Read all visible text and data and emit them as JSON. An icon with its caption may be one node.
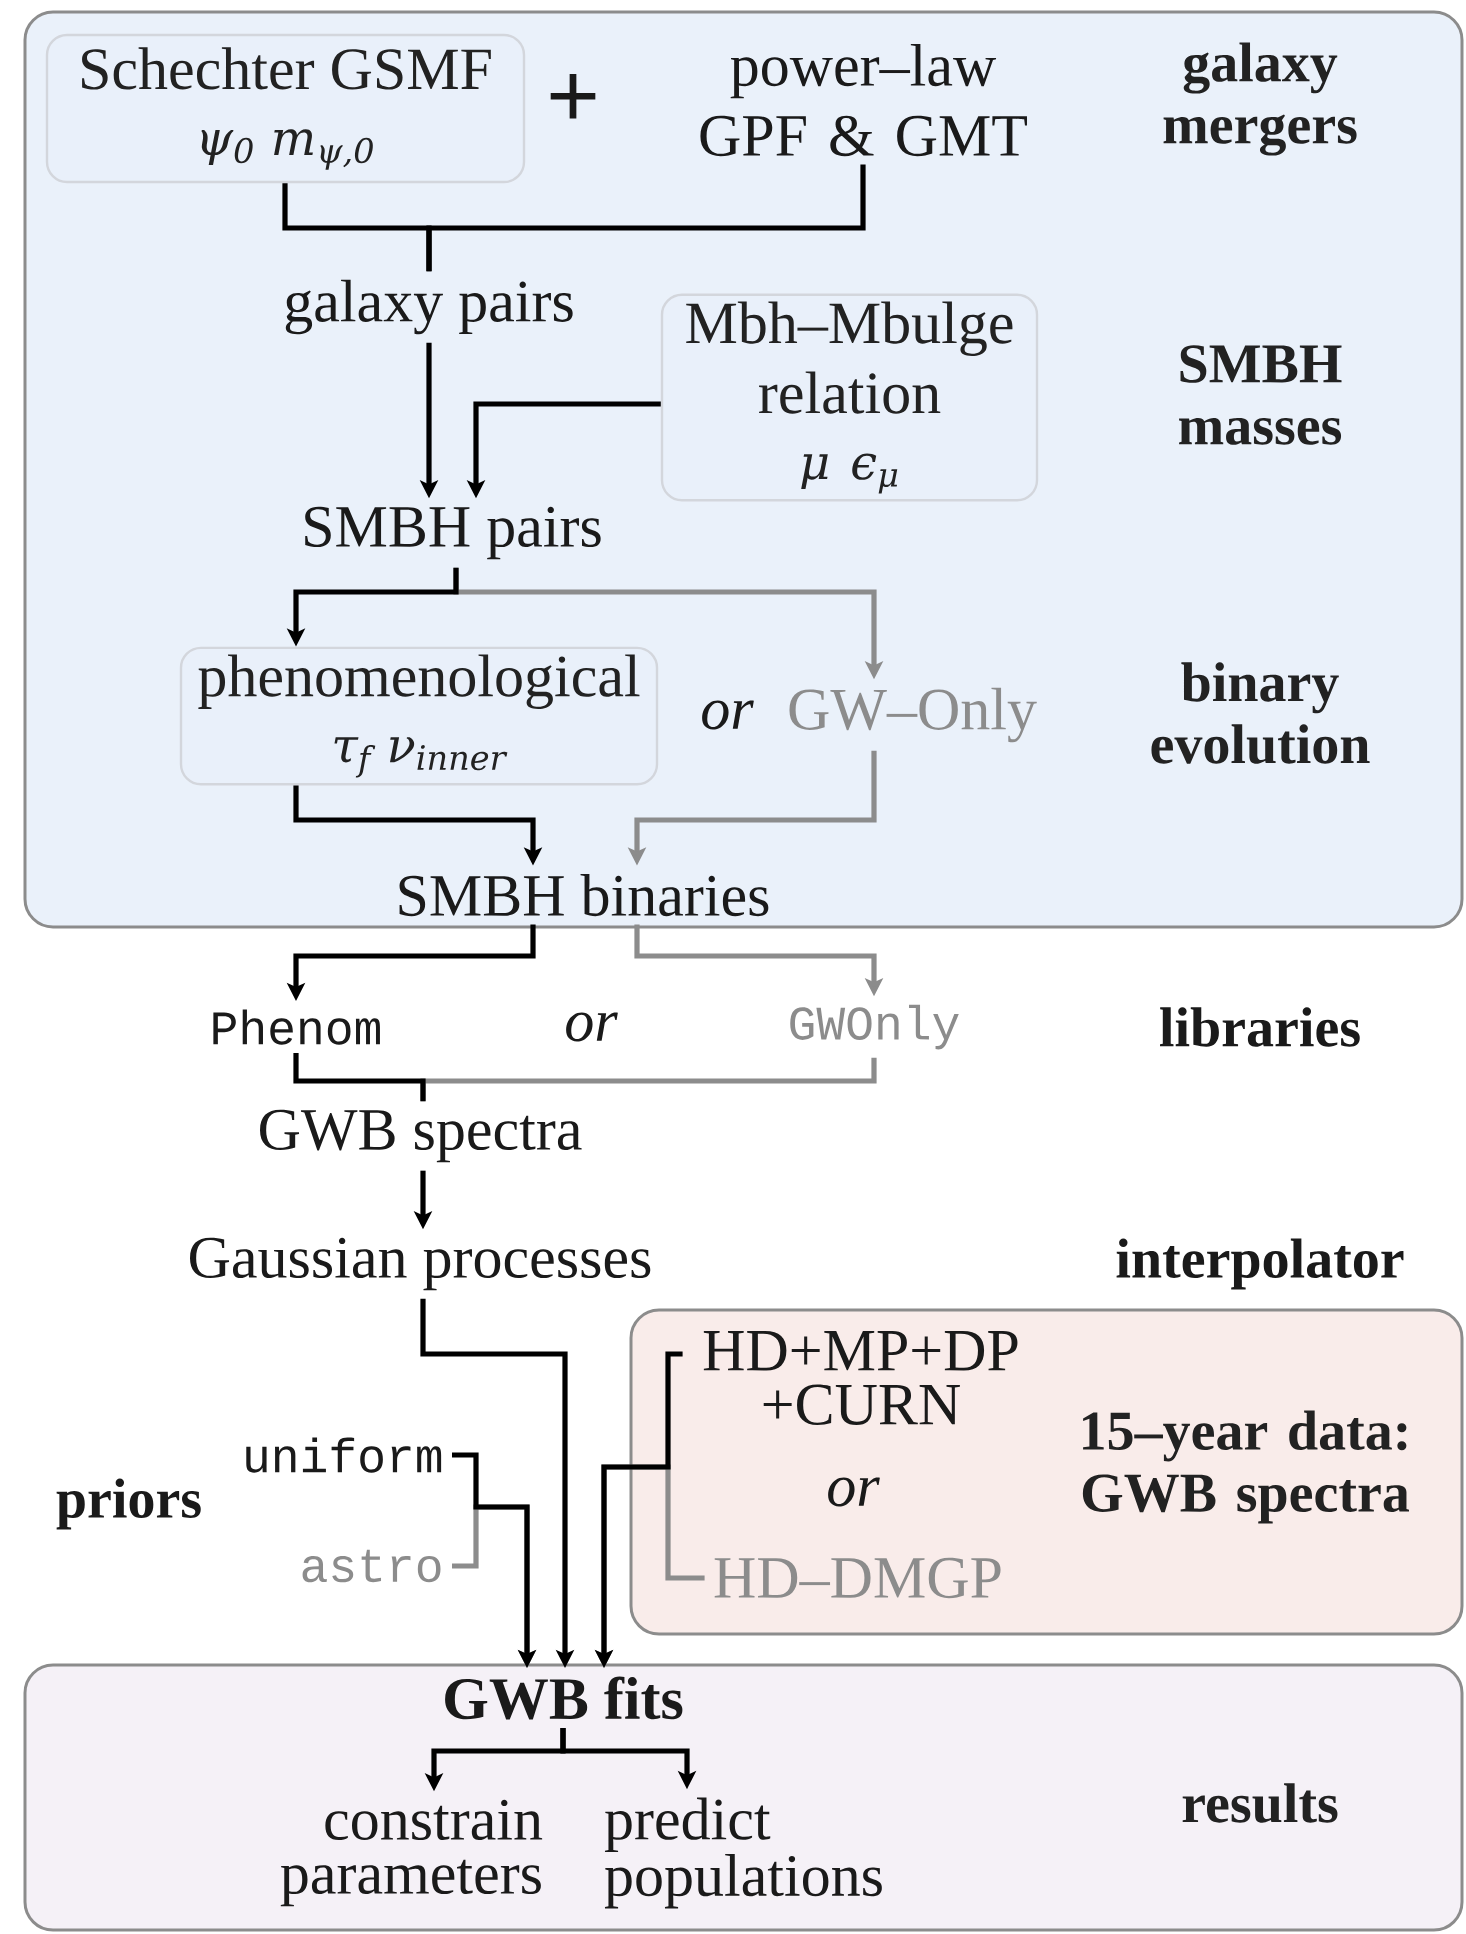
{
  "diagram": {
    "nodes": [
      {
        "text": [
          "galaxy mergers",
          "SMBH masses",
          "binary evolution"
        ]
      },
      {
        "text": [
          "Schechter GSMF",
          "ψ$_{0}$ m$_{ψ,0}$"
        ],
        "in": 0
      },
      {
        "text": [
          "power–law GPF & GMT"
        ],
        "in": 0
      },
      {
        "text": [
          "galaxy pairs"
        ],
        "in": 0
      },
      {
        "text": [
          "Mbh–Mbulge relation",
          "μ ϵ$_{μ}$"
        ],
        "in": 0
      },
      {
        "text": [
          "SMBH pairs"
        ],
        "in": 0
      },
      {
        "text": [
          "phenomenological",
          "τ$_{f}$ ν$_{inner}$"
        ],
        "in": 0
      },
      {
        "text": [
          "GW–Only"
        ],
        "in": 0
      },
      {
        "text": [
          "SMBH binaries"
        ],
        "in": 0
      },
      {
        "text": [
          "Phenom"
        ]
      },
      {
        "text": [
          "GWOnly"
        ]
      },
      {
        "text": [
          "GWB spectra"
        ]
      },
      {
        "text": [
          "Gaussian processes"
        ]
      },
      {
        "text": [
          "uniform"
        ]
      },
      {
        "text": [
          "astro"
        ]
      },
      {
        "text": [
          "15–year data: GWB spectra"
        ]
      },
      {
        "text": [
          "HD+MP+DP +CURN"
        ],
        "in": 15
      },
      {
        "text": [
          "HD–DMGP"
        ],
        "in": 15
      },
      {
        "text": [
          "results"
        ]
      },
      {
        "text": [
          "GWB fits"
        ],
        "in": 18
      },
      {
        "text": [
          "constrain parameters"
        ],
        "in": 18
      },
      {
        "text": [
          "predict populations"
        ],
        "in": 18
      }
    ],
    "edges": [
      {
        "from": 1,
        "to": 3,
        "arrow": "none"
      },
      {
        "from": 2,
        "to": 3,
        "arrow": "none"
      },
      {
        "from": 3,
        "to": 5,
        "arrow": "to"
      },
      {
        "from": 4,
        "to": 5,
        "arrow": "to"
      },
      {
        "from": 5,
        "to": 6,
        "arrow": "to"
      },
      {
        "from": 5,
        "to": 7,
        "arrow": "to",
        "color": "#8c8c8c"
      },
      {
        "from": 6,
        "to": 8,
        "arrow": "to"
      },
      {
        "from": 7,
        "to": 8,
        "arrow": "to",
        "color": "#8c8c8c"
      },
      {
        "from": 8,
        "to": 9,
        "arrow": "to"
      },
      {
        "from": 8,
        "to": 10,
        "arrow": "to",
        "color": "#8c8c8c"
      },
      {
        "from": 9,
        "to": 11,
        "arrow": "none"
      },
      {
        "from": 10,
        "to": 11,
        "arrow": "none",
        "color": "#8c8c8c"
      },
      {
        "from": 11,
        "to": 12,
        "arrow": "to"
      },
      {
        "from": 12,
        "to": 19,
        "arrow": "to"
      },
      {
        "from": 13,
        "to": 19,
        "arrow": "to"
      },
      {
        "from": 14,
        "to": 19,
        "arrow": "to",
        "color": "#8c8c8c"
      },
      {
        "from": 16,
        "to": 19,
        "arrow": "to"
      },
      {
        "from": 17,
        "to": 19,
        "arrow": "to",
        "color": "#8c8c8c"
      },
      {
        "from": 19,
        "to": 20,
        "arrow": "to"
      },
      {
        "from": 19,
        "to": 21,
        "arrow": "to"
      }
    ],
    "labels": [
      "+",
      "or",
      "or",
      "libraries",
      "interpolator",
      "priors",
      "or"
    ]
  }
}
